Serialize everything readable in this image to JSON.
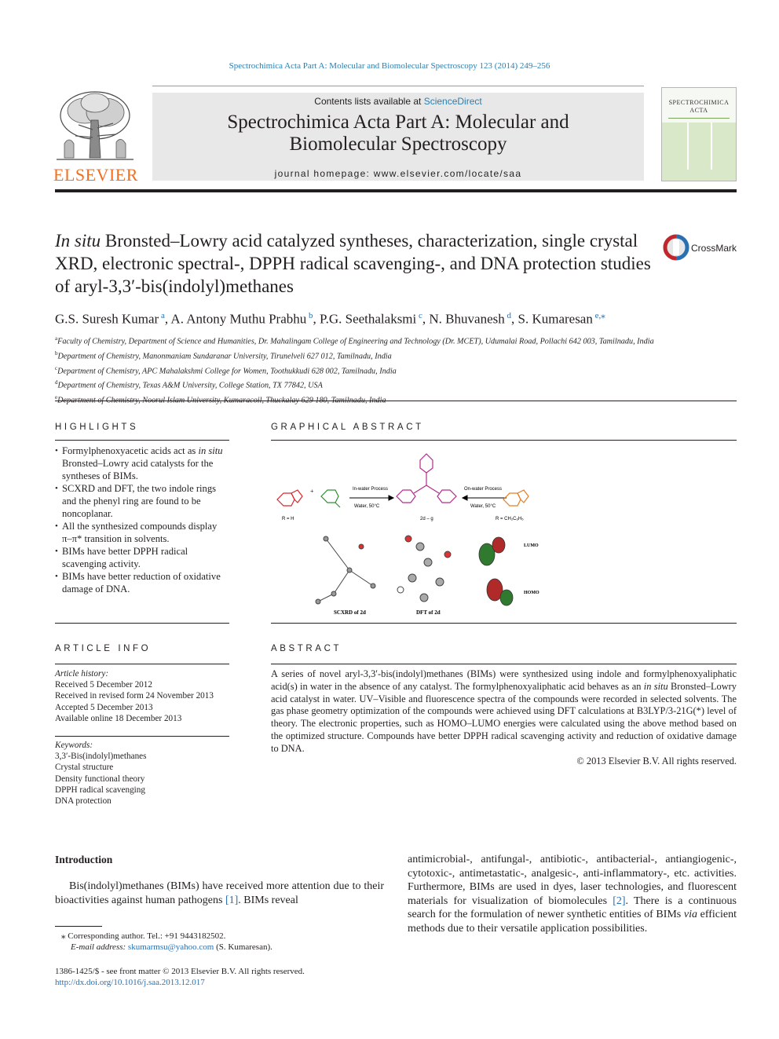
{
  "journal_ref": "Spectrochimica Acta Part A: Molecular and Biomolecular Spectroscopy 123 (2014) 249–256",
  "masthead": {
    "contents_prefix": "Contents lists available at ",
    "contents_link": "ScienceDirect",
    "journal_title_line1": "Spectrochimica Acta Part A: Molecular and",
    "journal_title_line2": "Biomolecular Spectroscopy",
    "homepage": "journal homepage: www.elsevier.com/locate/saa",
    "publisher": "ELSEVIER",
    "cover_title_line1": "SPECTROCHIMICA",
    "cover_title_line2": "ACTA"
  },
  "article": {
    "title_italic": "In situ",
    "title_rest": " Bronsted–Lowry acid catalyzed syntheses, characterization, single crystal XRD, electronic spectral-, DPPH radical scavenging-, and DNA protection studies of aryl-3,3′-bis(indolyl)methanes",
    "crossmark": "CrossMark",
    "authors": [
      {
        "name": "G.S. Suresh Kumar",
        "sup": "a",
        "sep": ", "
      },
      {
        "name": "A. Antony Muthu Prabhu",
        "sup": "b",
        "sep": ", "
      },
      {
        "name": "P.G. Seethalaksmi",
        "sup": "c",
        "sep": ", "
      },
      {
        "name": "N. Bhuvanesh",
        "sup": "d",
        "sep": ", "
      },
      {
        "name": "S. Kumaresan",
        "sup": "e,⁎",
        "sep": ""
      }
    ],
    "affiliations": [
      {
        "sup": "a",
        "text": "Faculty of Chemistry, Department of Science and Humanities, Dr. Mahalingam College of Engineering and Technology (Dr. MCET), Udumalai Road, Pollachi 642 003, Tamilnadu, India"
      },
      {
        "sup": "b",
        "text": "Department of Chemistry, Manonmaniam Sundaranar University, Tirunelveli 627 012, Tamilnadu, India"
      },
      {
        "sup": "c",
        "text": "Department of Chemistry, APC Mahalakshmi College for Women, Toothukkudi 628 002, Tamilnadu, India"
      },
      {
        "sup": "d",
        "text": "Department of Chemistry, Texas A&M University, College Station, TX 77842, USA"
      },
      {
        "sup": "e",
        "text": "Department of Chemistry, Noorul Islam University, Kumaracoil, Thuckalay 629 180, Tamilnadu, India"
      }
    ]
  },
  "sections": {
    "highlights": "HIGHLIGHTS",
    "graphical_abstract": "GRAPHICAL ABSTRACT",
    "article_info": "ARTICLE INFO",
    "abstract": "ABSTRACT",
    "introduction": "Introduction"
  },
  "highlights": [
    {
      "pre": "Formylphenoxyacetic acids act as ",
      "em": "in situ",
      "post": " Bronsted–Lowry acid catalysts for the syntheses of BIMs."
    },
    {
      "pre": "SCXRD and DFT, the two indole rings and the phenyl ring are found to be noncoplanar.",
      "em": "",
      "post": ""
    },
    {
      "pre": "All the synthesized compounds display π–π* transition in solvents.",
      "em": "",
      "post": ""
    },
    {
      "pre": "BIMs have better DPPH radical scavenging activity.",
      "em": "",
      "post": ""
    },
    {
      "pre": "BIMs have better reduction of oxidative damage of DNA.",
      "em": "",
      "post": ""
    }
  ],
  "graphical_abstract": {
    "label_in_water": "In-water Process",
    "label_on_water": "On-water Process",
    "cond_left": "Water, 50°C",
    "cond_right": "Water, 50°C",
    "r_left": "R = H",
    "r_right": "R = CH₂C₆H₅",
    "compound": "2d – g",
    "cap_scxrd": "SCXRD of 2d",
    "cap_dft": "DFT of 2d",
    "lumo": "LUMO",
    "homo": "HOMO"
  },
  "article_info": {
    "history_label": "Article history:",
    "history": [
      "Received 5 December 2012",
      "Received in revised form 24 November 2013",
      "Accepted 5 December 2013",
      "Available online 18 December 2013"
    ],
    "keywords_label": "Keywords:",
    "keywords": [
      "3,3′-Bis(indolyl)methanes",
      "Crystal structure",
      "Density functional theory",
      "DPPH radical scavenging",
      "DNA protection"
    ]
  },
  "abstract": {
    "p1": "A series of novel aryl-3,3′-bis(indolyl)methanes (BIMs) were synthesized using indole and formylphenoxyaliphatic acid(s) in water in the absence of any catalyst. The formylphenoxyaliphatic acid behaves as an ",
    "em": "in situ",
    "p2": " Bronsted–Lowry acid catalyst in water. UV–Visible and fluorescence spectra of the compounds were recorded in selected solvents. The gas phase geometry optimization of the compounds were achieved using DFT calculations at B3LYP/3-21G(*) level of theory. The electronic properties, such as HOMO–LUMO energies were calculated using the above method based on the optimized structure. Compounds have better DPPH radical scavenging activity and reduction of oxidative damage to DNA.",
    "copyright": "© 2013 Elsevier B.V. All rights reserved."
  },
  "introduction": {
    "left_p1": "Bis(indolyl)methanes (BIMs) have received more attention due to their bioactivities against human pathogens ",
    "left_ref1": "[1]",
    "left_p2": ". BIMs reveal",
    "right_p1": "antimicrobial-, antifungal-, antibiotic-, antibacterial-, antiangiogenic-, cytotoxic-, antimetastatic-, analgesic-, anti-inflammatory-, etc. activities. Furthermore, BIMs are used in dyes, laser technologies, and fluorescent materials for visualization of biomolecules ",
    "right_ref2": "[2]",
    "right_p2": ". There is a continuous search for the formulation of newer synthetic entities of BIMs ",
    "right_em": "via",
    "right_p3": " efficient methods due to their versatile application possibilities."
  },
  "footnote": {
    "corresponding": "⁎ Corresponding author. Tel.: +91 9443182502.",
    "email_label": "E-mail address:",
    "email": "skumarmsu@yahoo.com",
    "email_suffix": " (S. Kumaresan).",
    "issn": "1386-1425/$ - see front matter © 2013 Elsevier B.V. All rights reserved.",
    "doi": "http://dx.doi.org/10.1016/j.saa.2013.12.017"
  }
}
